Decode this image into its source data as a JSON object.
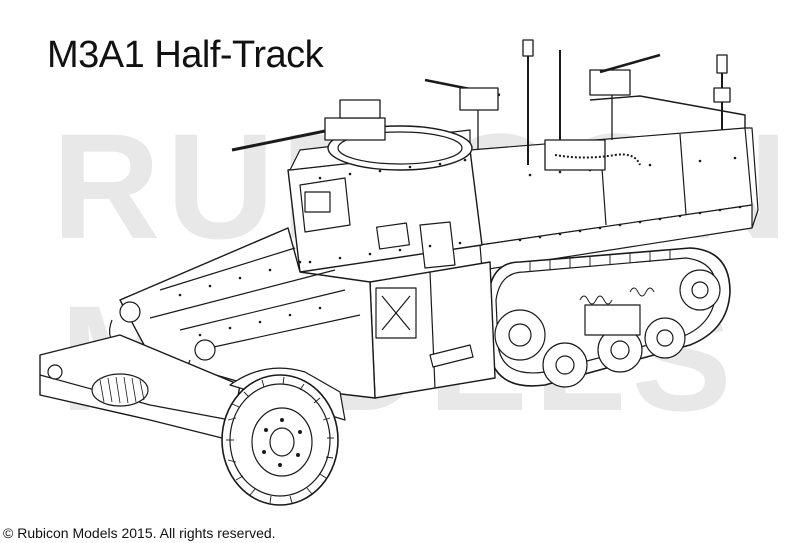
{
  "title": "M3A1 Half-Track",
  "copyright": "© Rubicon Models 2015. All rights reserved.",
  "watermark": {
    "line1": "RUBICON",
    "line2": "MODELS",
    "color": "#e6e6e6"
  },
  "colors": {
    "line": "#1a1a1a",
    "panel": "#ffffff",
    "shade": "#d9d9d9"
  }
}
